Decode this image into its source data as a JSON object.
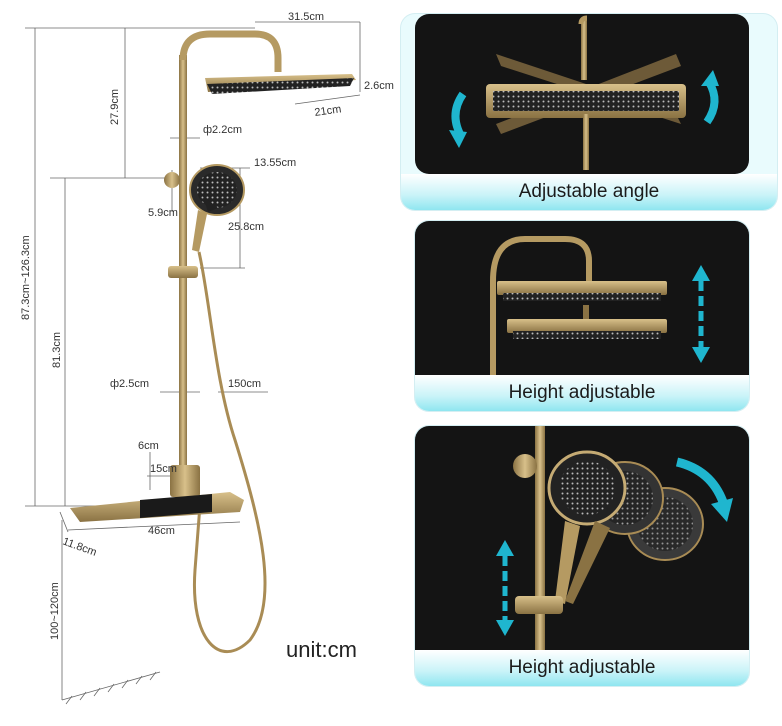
{
  "dimensions": {
    "width_top": "31.5cm",
    "arm_drop": "27.9cm",
    "head_thickness": "2.6cm",
    "head_depth": "21cm",
    "pipe_small_dia": "ф2.2cm",
    "hand_head_dia": "13.55cm",
    "hand_offset": "5.9cm",
    "hand_length": "25.8cm",
    "total_height": "87.3cm~126.3cm",
    "lower_height": "81.3cm",
    "pipe_dia": "ф2.5cm",
    "hose_length": "150cm",
    "spout_height": "6cm",
    "spacing": "15cm",
    "shelf_width": "46cm",
    "shelf_depth": "11.8cm",
    "floor_height": "100~120cm"
  },
  "unit_label": "unit:cm",
  "panels": [
    {
      "caption": "Adjustable angle"
    },
    {
      "caption": "Height adjustable"
    },
    {
      "caption": "Height adjustable"
    }
  ],
  "colors": {
    "gold": "#b59a62",
    "gold_dark": "#8a7243",
    "arrow_cyan": "#1fb6cf",
    "panel_bg": "#141414"
  }
}
